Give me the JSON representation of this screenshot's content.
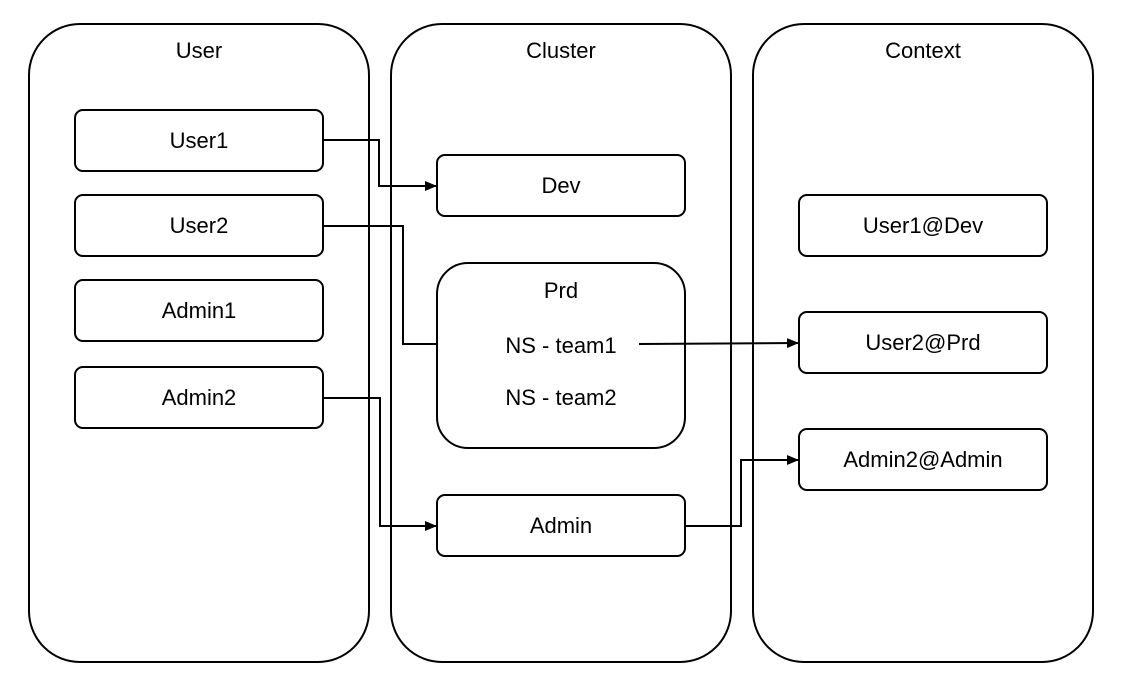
{
  "columns": {
    "user": {
      "title": "User"
    },
    "cluster": {
      "title": "Cluster"
    },
    "context": {
      "title": "Context"
    }
  },
  "users": [
    "User1",
    "User2",
    "Admin1",
    "Admin2"
  ],
  "clusters": {
    "dev": "Dev",
    "prd": {
      "title": "Prd",
      "namespaces": [
        "NS - team1",
        "NS - team2"
      ]
    },
    "admin": "Admin"
  },
  "contexts": [
    "User1@Dev",
    "User2@Prd",
    "Admin2@Admin"
  ],
  "edges": [
    {
      "from": "User1",
      "to": "Dev"
    },
    {
      "from": "User2",
      "to": "Prd"
    },
    {
      "from": "Admin2",
      "to": "Admin"
    },
    {
      "from": "NS - team1",
      "to": "User2@Prd"
    },
    {
      "from": "Admin",
      "to": "Admin2@Admin"
    }
  ]
}
